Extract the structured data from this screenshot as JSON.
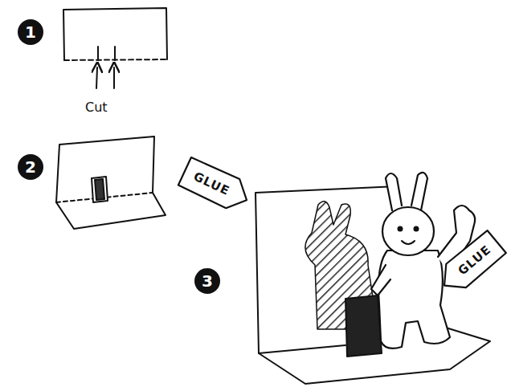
{
  "diagram": {
    "nodes": [
      {
        "text": [
          "1"
        ]
      },
      {
        "text": [
          "2"
        ]
      },
      {
        "text": [
          "GLUE"
        ]
      },
      {
        "text": [
          "GLUE"
        ]
      },
      {
        "text": [
          "3"
        ]
      }
    ],
    "labels": [
      "Cut"
    ]
  }
}
